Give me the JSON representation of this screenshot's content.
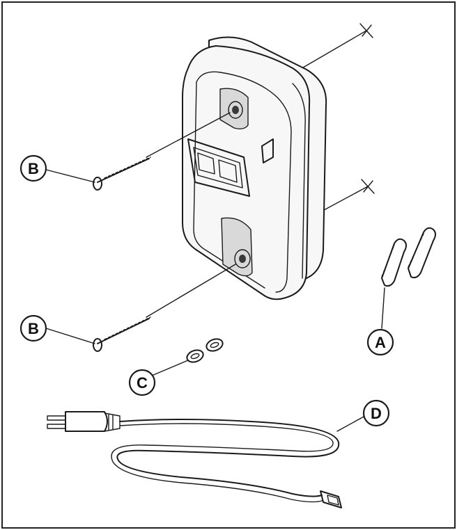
{
  "callouts": {
    "a": "A",
    "b_top": "B",
    "b_bottom": "B",
    "c": "C",
    "d": "D"
  }
}
